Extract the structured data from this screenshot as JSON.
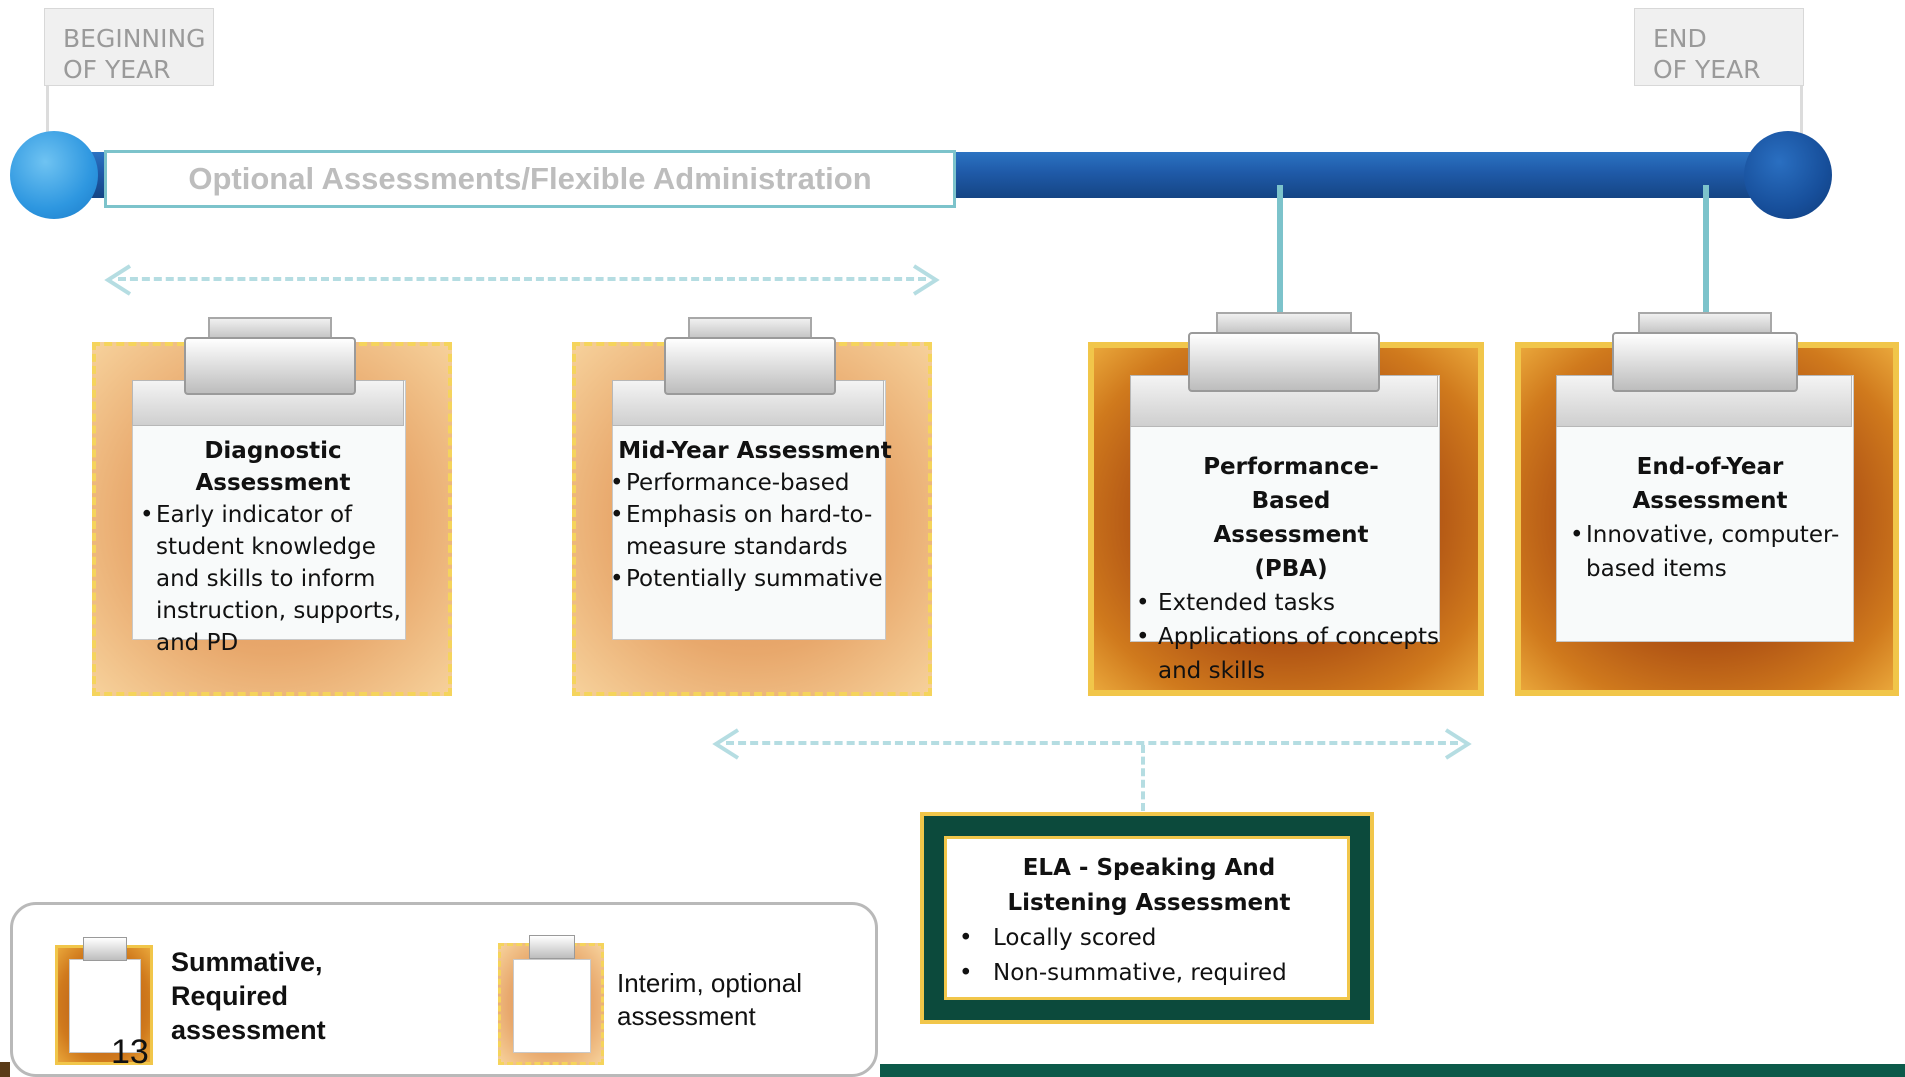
{
  "timeline": {
    "start_flag": [
      "BEGINNING",
      "OF YEAR"
    ],
    "end_flag": [
      "END",
      "OF YEAR"
    ],
    "optional_label": "Optional Assessments/Flexible Administration"
  },
  "assessments": [
    {
      "type": "interim",
      "title": "Diagnostic Assessment",
      "bullets": [
        "Early indicator of student knowledge and skills to inform instruction, supports, and PD"
      ]
    },
    {
      "type": "interim",
      "title": "Mid-Year Assessment",
      "bullets": [
        "Performance-based",
        "Emphasis on hard-to-measure standards",
        "Potentially  summative"
      ]
    },
    {
      "type": "summative",
      "title": "Performance-Based Assessment (PBA)",
      "bullets": [
        "Extended tasks",
        "Applications of concepts and skills"
      ]
    },
    {
      "type": "summative",
      "title": "End-of-Year Assessment",
      "bullets": [
        "Innovative, computer-based items"
      ]
    }
  ],
  "ela": {
    "title": "ELA - Speaking And Listening Assessment",
    "bullets": [
      "Locally scored",
      "Non-summative, required"
    ]
  },
  "legend": {
    "summative_label": "Summative, Required assessment",
    "interim_label": "Interim, optional assessment"
  },
  "page_number": "13",
  "colors": {
    "timeline_blue": "#1f5aa8",
    "teal": "#7cc3cb",
    "gold": "#f1c64a",
    "dark_green": "#0c4a3c"
  }
}
